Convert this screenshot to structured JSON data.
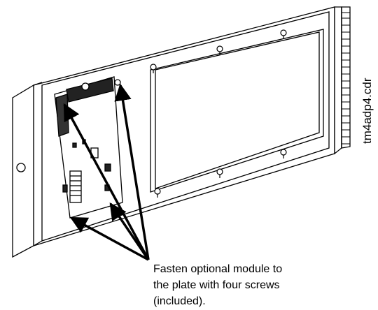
{
  "annotation": {
    "lines": [
      "Fasten optional module to",
      "the plate with four screws",
      "(included)."
    ]
  },
  "file_label": "tm4adp4.cdr",
  "colors": {
    "ink": "#000000",
    "paper": "#ffffff"
  }
}
